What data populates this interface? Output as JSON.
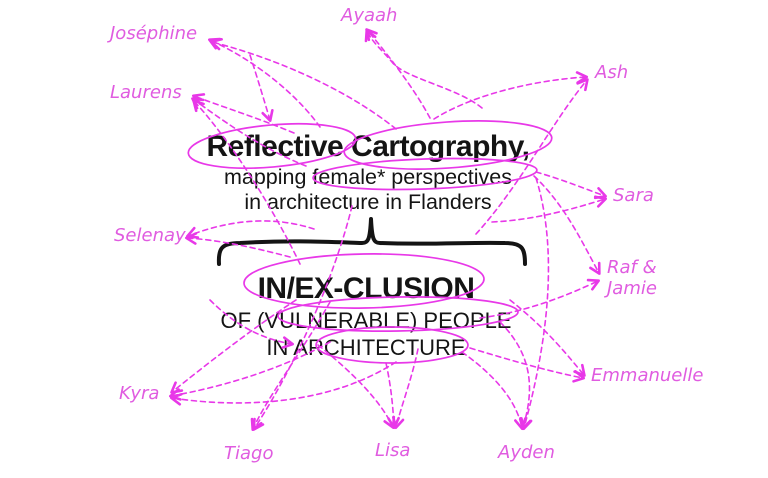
{
  "colors": {
    "line": "#e838e8",
    "name_text": "#e05ce0",
    "heading_text": "#141414",
    "background": "#ffffff"
  },
  "header": {
    "title": "Reflective Cartography,",
    "subtitle_line1": "mapping female* perspectives",
    "subtitle_line2": "in architecture in Flanders"
  },
  "focus": {
    "title": "IN/EX-CLUSION",
    "line1": "OF (VULNERABLE) PEOPLE",
    "line2": "IN ARCHITECTURE"
  },
  "names": [
    {
      "label": "Joséphine"
    },
    {
      "label": "Ayaah"
    },
    {
      "label": "Laurens"
    },
    {
      "label": "Ash"
    },
    {
      "label": "Sara"
    },
    {
      "label": "Raf & Jamie"
    },
    {
      "label": "Emmanuelle"
    },
    {
      "label": "Selenay"
    },
    {
      "label": "Kyra"
    },
    {
      "label": "Tiago"
    },
    {
      "label": "Lisa"
    },
    {
      "label": "Ayden"
    }
  ]
}
